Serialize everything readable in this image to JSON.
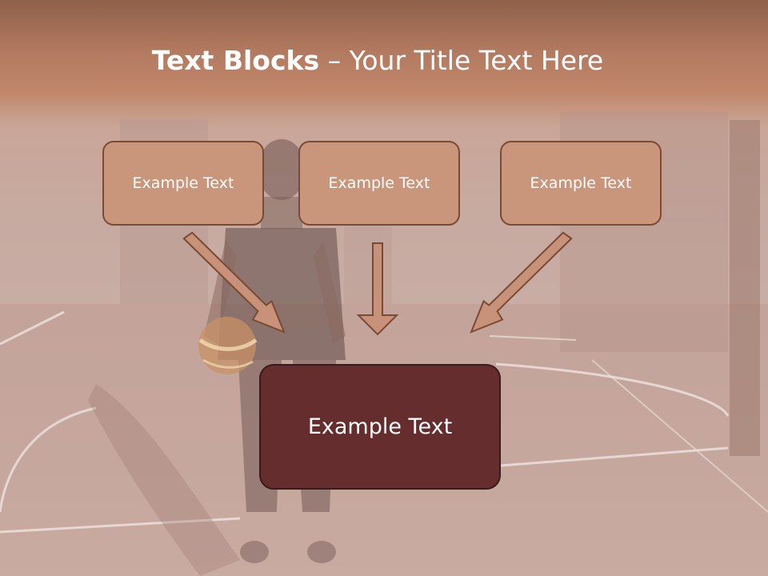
{
  "slide": {
    "title_bold": "Text Blocks",
    "title_rest": " – Your Title Text Here",
    "blocks": [
      {
        "label": "Example Text"
      },
      {
        "label": "Example Text"
      },
      {
        "label": "Example Text"
      }
    ],
    "main_block": {
      "label": "Example Text"
    }
  },
  "colors": {
    "header_band": "#b27a60",
    "small_box_fill": "#c9957b",
    "small_box_border": "#7a4a33",
    "main_box_fill": "#652d2d",
    "arrow_fill": "#c8927a"
  }
}
